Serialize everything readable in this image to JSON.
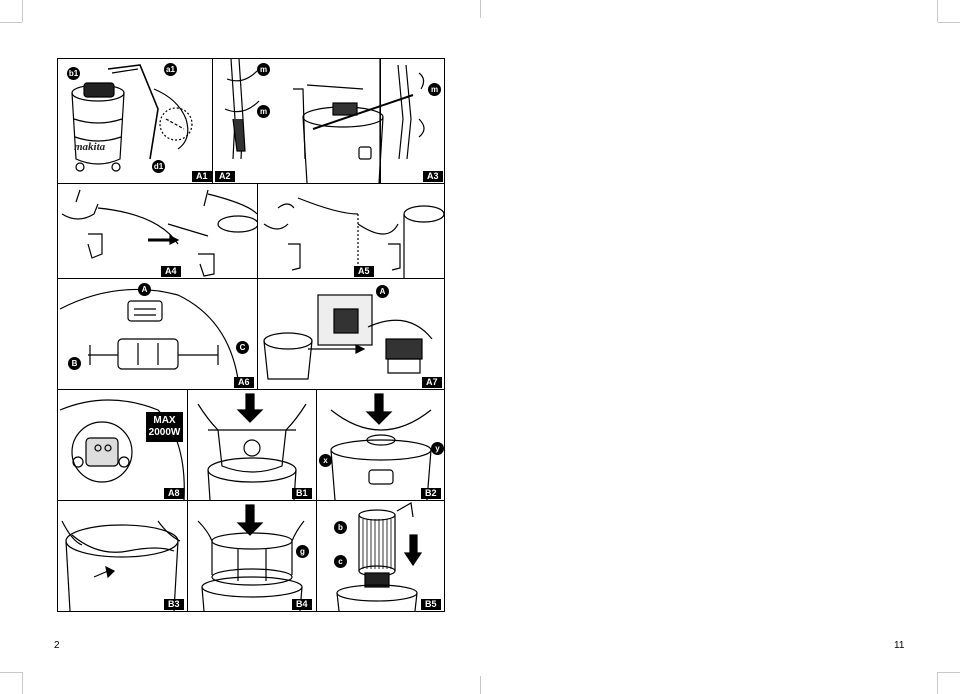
{
  "panels": {
    "a1": "A1",
    "a2": "A2",
    "a3": "A3",
    "a4": "A4",
    "a5": "A5",
    "a6": "A6",
    "a7": "A7",
    "a8": "A8",
    "b1": "B1",
    "b2": "B2",
    "b3": "B3",
    "b4": "B4",
    "b5": "B5"
  },
  "callouts": {
    "b1": "b1",
    "a1": "a1",
    "d1": "d1",
    "m_a2_top": "m",
    "m_a2_bottom": "m",
    "m_a3": "m",
    "A_a6": "A",
    "B_a6": "B",
    "C_a6": "C",
    "A_a7": "A",
    "x": "x",
    "y": "y",
    "g": "g",
    "b": "b",
    "c": "c"
  },
  "brand": "makita",
  "max_label": {
    "line1": "MAX",
    "line2": "2000W"
  },
  "page_numbers": {
    "left": "2",
    "right": "11"
  }
}
